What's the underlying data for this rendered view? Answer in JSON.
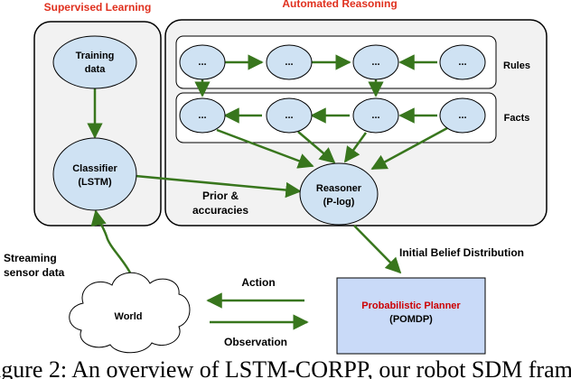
{
  "colors": {
    "section_title": "#e0301e",
    "node_fill": "#cfe2f3",
    "planner_fill": "#c9daf8",
    "arrow": "#38761d",
    "planner_title": "#cc0000",
    "panel_fill": "#f2f2f2"
  },
  "sections": {
    "supervised_title": "Supervised Learning",
    "automated_title": "Automated Reasoning"
  },
  "nodes": {
    "training_line1": "Training",
    "training_line2": "data",
    "classifier_line1": "Classifier",
    "classifier_line2": "(LSTM)",
    "reasoner_line1": "Reasoner",
    "reasoner_line2": "(P-log)",
    "world": "World",
    "planner_title": "Probabilistic Planner",
    "planner_subtitle": "(POMDP)",
    "rule_node_label": "...",
    "fact_node_label": "..."
  },
  "row_labels": {
    "rules": "Rules",
    "facts": "Facts"
  },
  "edge_labels": {
    "prior_line1": "Prior &",
    "prior_line2": "accuracies",
    "streaming_line1": "Streaming",
    "streaming_line2": "sensor data",
    "initial_belief": "Initial Belief Distribution",
    "action": "Action",
    "observation": "Observation"
  },
  "caption": "igure 2: An overview of LSTM-CORPP, our robot SDM fram"
}
